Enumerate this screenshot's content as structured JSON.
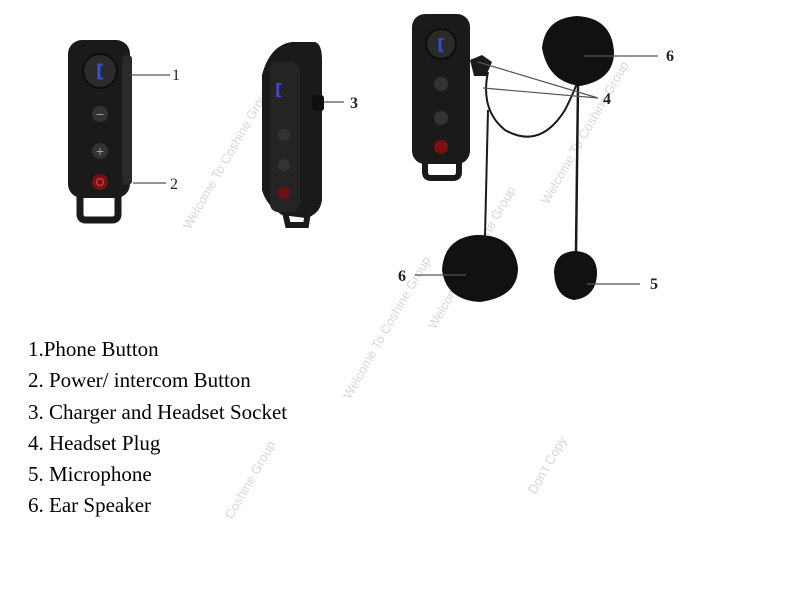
{
  "callouts": {
    "c1": "1",
    "c2": "2",
    "c3": "3",
    "c4": "4",
    "c5": "5",
    "c6a": "6",
    "c6b": "6"
  },
  "legend": [
    "1.Phone Button",
    "2. Power/ intercom Button",
    "3. Charger and Headset Socket",
    "4. Headset Plug",
    "5. Microphone",
    "6. Ear Speaker"
  ],
  "watermarks": {
    "w1": "Welcome To Coshine Group",
    "w2": "Welcome To Coshine Group",
    "w3": "Welcome To Coshine Group",
    "w4": "Welcome To Coshine Group",
    "w5": "Coshine Group",
    "w6": "Don't Copy"
  },
  "colors": {
    "device_body": "#1a1a1a",
    "button_accent_blue": "#3a4fd0",
    "power_button_red": "#7a1010",
    "callout_line": "#555555"
  }
}
